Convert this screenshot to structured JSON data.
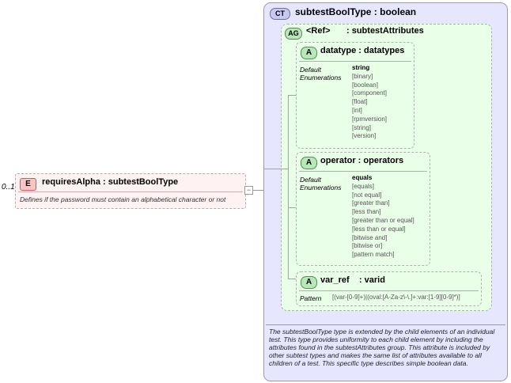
{
  "element": {
    "multiplicity": "0..1",
    "badge": "E",
    "title": "requiresAlpha : subtestBoolType",
    "doc": "Defines if the password must contain an alphabetical character or not",
    "collapse_symbol": "−"
  },
  "complex_type": {
    "badge": "CT",
    "title": "subtestBoolType : boolean",
    "doc": "The subtestBoolType type is extended by the child elements of an individual test.  This type provides uniformity to each child element by including the attributes found in the subtestAttributes group.  This attribute is included by other subtest types and makes the same list of attributes available to all children of a test.  This specific type describes simple boolean data."
  },
  "attribute_group": {
    "badge": "AG",
    "ref": "<Ref>",
    "name": ": subtestAttributes"
  },
  "attributes": [
    {
      "badge": "A",
      "title": "datatype : datatypes",
      "label_default": "Default",
      "label_enum": "Enumerations",
      "values": [
        "string",
        "[binary]",
        "[boolean]",
        "[component]",
        "[float]",
        "[int]",
        "[rpmversion]",
        "[string]",
        "[version]"
      ]
    },
    {
      "badge": "A",
      "title": "operator : operators",
      "label_default": "Default",
      "label_enum": "Enumerations",
      "values": [
        "equals",
        "[equals]",
        "[not equal]",
        "[greater than]",
        "[less than]",
        "[greater than or equal]",
        "[less than or equal]",
        "[bitwise and]",
        "[bitwise or]",
        "[pattern match]"
      ]
    },
    {
      "badge": "A",
      "title": "var_ref    : varid",
      "label_pattern": "Pattern",
      "pattern": "[(var-[0-9]+)|(oval:[A-Za-z\\-\\.]+:var:[1-9][0-9]*)]"
    }
  ]
}
